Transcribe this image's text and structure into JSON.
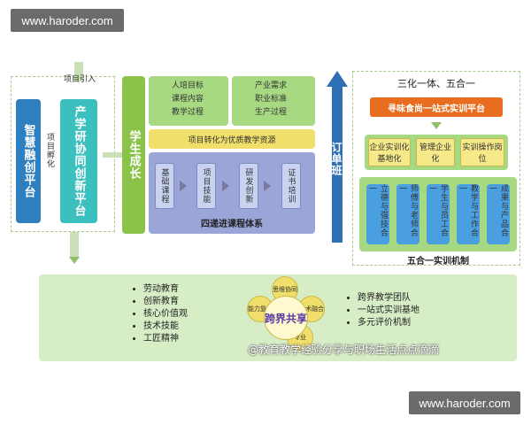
{
  "watermarks": {
    "top": "www.haroder.com",
    "bottom": "www.haroder.com",
    "social": "@教育教学经验分享与职场生活点点滴滴"
  },
  "left": {
    "import_label": "项目引入",
    "incubate_label": "项目孵化",
    "zhihui": "智慧融创平台",
    "chanxue": "产学研协同创新平台"
  },
  "center": {
    "student_growth": "学生成长",
    "top_left": [
      "人培目标",
      "课程内容",
      "教学过程"
    ],
    "top_right": [
      "产业需求",
      "职业标准",
      "生产过程"
    ],
    "transform": "项目转化为优质教学资源",
    "steps": [
      "基础课程",
      "项目技能",
      "研发创新",
      "证书培训"
    ],
    "system": "四递进课程体系"
  },
  "order": {
    "label": "订单班"
  },
  "right": {
    "title": "三化一体、五合一",
    "platform": "寻味食尚一站式实训平台",
    "three": [
      "企业实训化基地化",
      "管理企业化",
      "实训操作岗位"
    ],
    "five": [
      "立德与强技合一",
      "师傅与老师合一",
      "学生与员工合一",
      "教学与工作合一",
      "成果与产品合一"
    ],
    "footer": "五合一实训机制"
  },
  "bottom": {
    "left_list": [
      "劳动教育",
      "创新教育",
      "核心价值观",
      "技术技能",
      "工匠精神"
    ],
    "center": "跨界共享",
    "petals": [
      "思维协同",
      "技术融合",
      "能力复合",
      "专业"
    ],
    "right_list": [
      "跨界教学团队",
      "一站式实训基地",
      "多元评价机制"
    ]
  },
  "colors": {
    "accent_blue": "#2e7fbf",
    "teal": "#3cbfbf",
    "green": "#8bc34a",
    "orange": "#e86d1f",
    "panel_green": "#d7edc6"
  }
}
